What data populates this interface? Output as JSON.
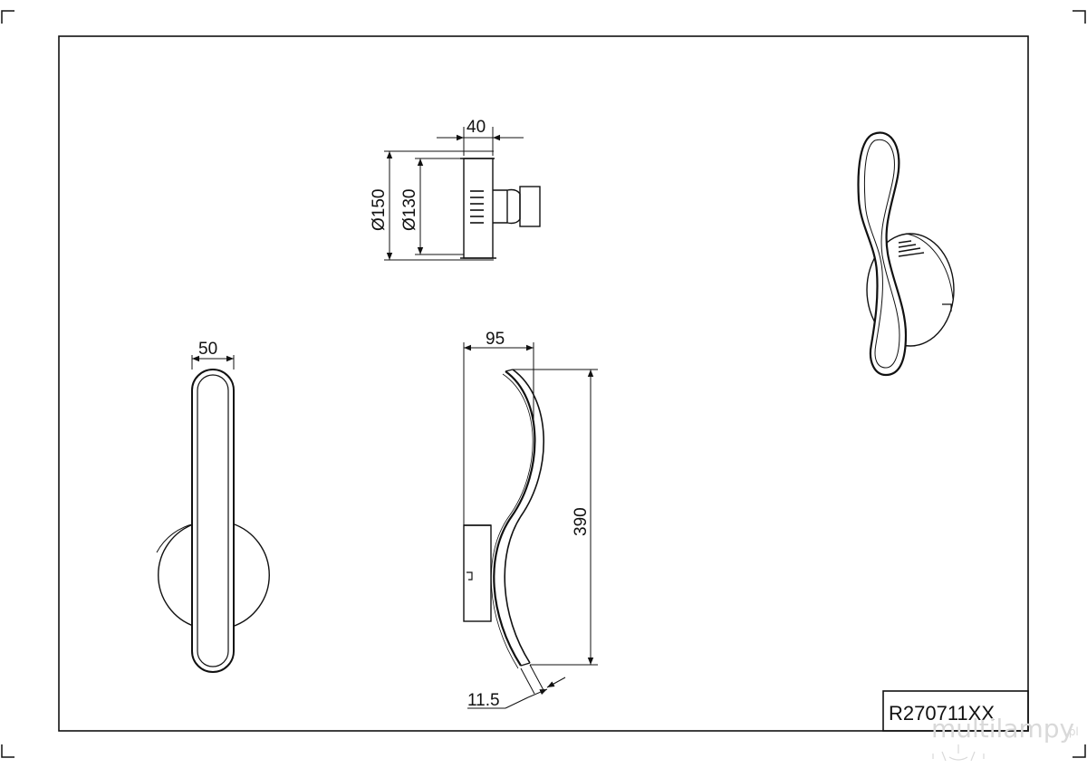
{
  "drawing": {
    "part_number": "R270711XX",
    "watermark": {
      "brand": "multilampy",
      "suffix": ".pl"
    },
    "side_view": {
      "width_label": "40",
      "outer_diameter_label": "Ø150",
      "inner_diameter_label": "Ø130"
    },
    "front_view": {
      "width_label": "50"
    },
    "profile_view": {
      "width_label": "95",
      "height_label": "390",
      "thickness_label": "11.5"
    }
  }
}
